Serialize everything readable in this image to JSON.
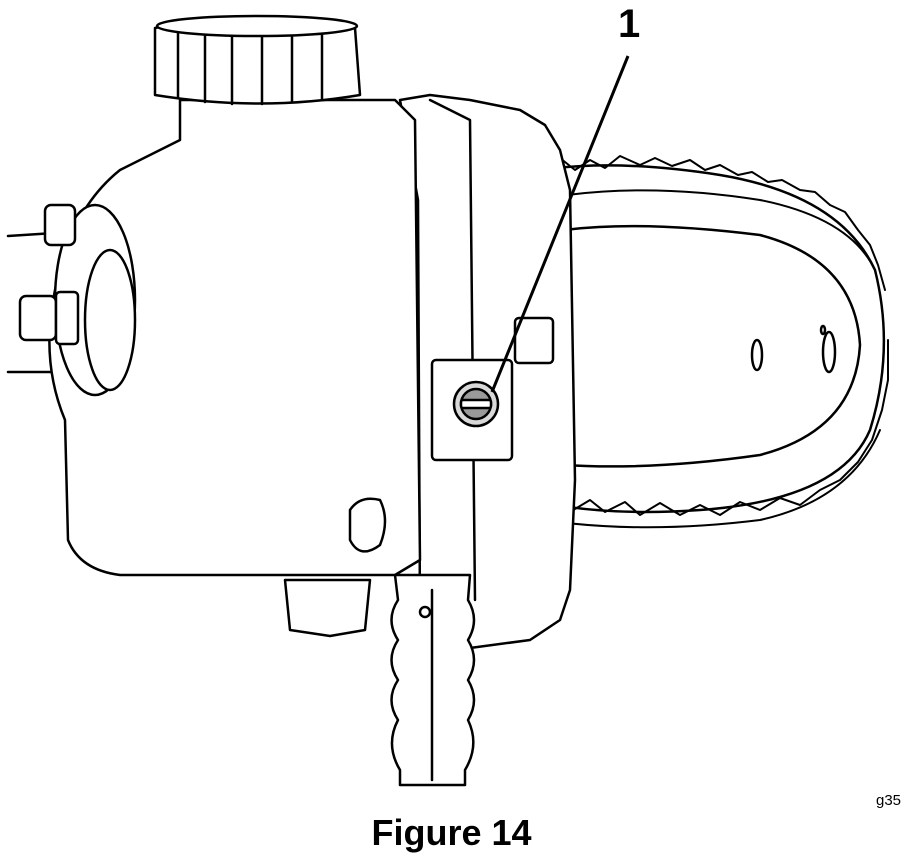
{
  "figure": {
    "callout": "1",
    "reference_code": "g35",
    "caption": "Figure 14"
  }
}
